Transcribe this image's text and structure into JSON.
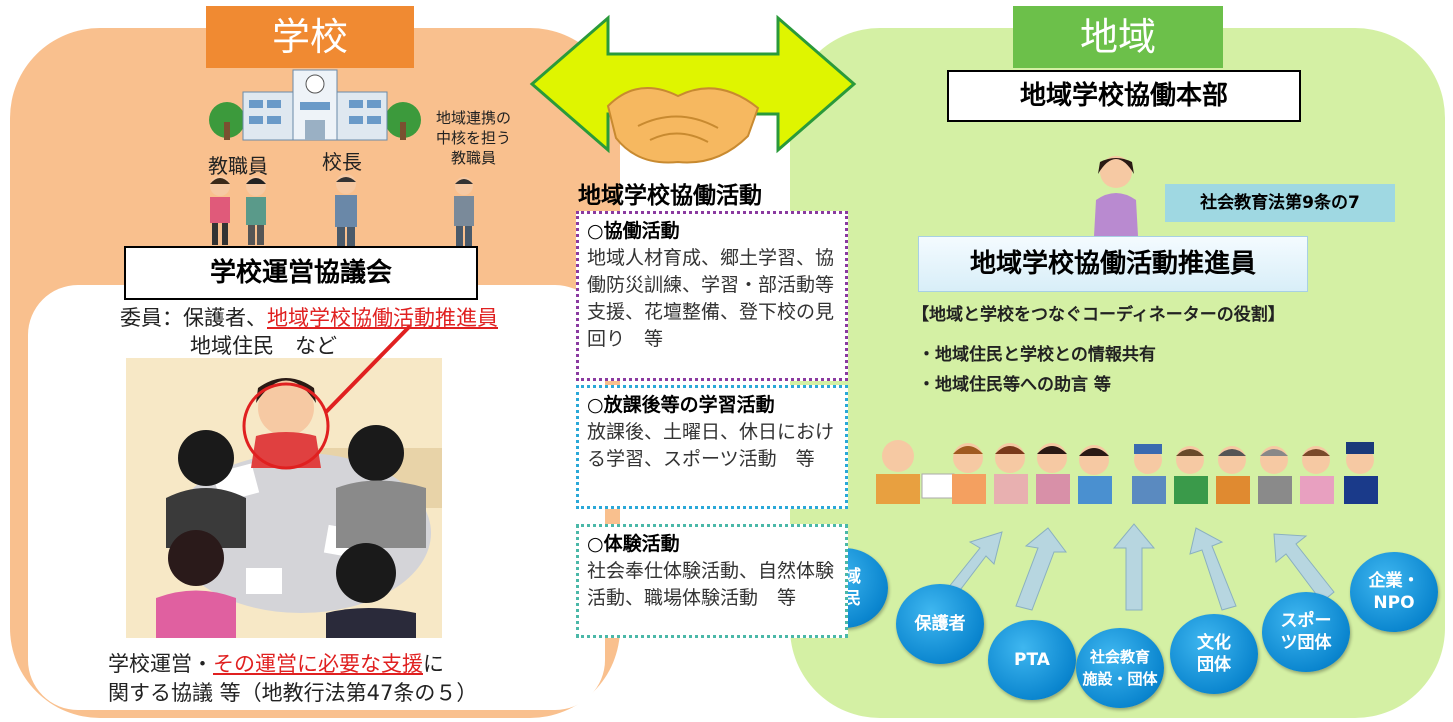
{
  "school": {
    "tab": "学校",
    "staff_label": "教職員",
    "principal_label": "校長",
    "core_staff_label": "地域連携の\n中核を担う\n教職員",
    "council_title": "学校運営協議会",
    "members_prefix": "委員：保護者、",
    "members_highlight": "地域学校協働活動推進員",
    "members_line2": "地域住民　など",
    "bottom_prefix": "学校運営・",
    "bottom_highlight": "その運営に必要な支援",
    "bottom_suffix": "に",
    "bottom_line2": "関する協議 等（地教行法第47条の５）"
  },
  "center": {
    "title": "地域学校協働活動",
    "boxes": [
      {
        "heading": "○協働活動",
        "body": "地域人材育成、郷土学習、協働防災訓練、学習・部活動等支援、花壇整備、登下校の見回り　等",
        "color": "#8a3aa0"
      },
      {
        "heading": "○放課後等の学習活動",
        "body": "放課後、土曜日、休日における学習、スポーツ活動　等",
        "color": "#2aa8d8"
      },
      {
        "heading": "○体験活動",
        "body": "社会奉仕体験活動、自然体験活動、職場体験活動　等",
        "color": "#4ab8a8"
      }
    ]
  },
  "region": {
    "tab": "地域",
    "headquarters": "地域学校協働本部",
    "law_badge": "社会教育法第9条の7",
    "promoter_title": "地域学校協働活動推進員",
    "role_heading": "【地域と学校をつなぐコーディネーターの役割】",
    "roles": [
      "・地域住民と学校との情報共有",
      "・地域住民等への助言 等"
    ],
    "bubbles": [
      "地域\n住民",
      "保護者",
      "PTA",
      "社会教育\n施設・団体",
      "文化\n団体",
      "スポー\nツ団体",
      "企業・\nNPO"
    ]
  },
  "colors": {
    "school_panel": "#f9c08e",
    "school_tab": "#f08a32",
    "region_panel": "#d4f0a4",
    "region_tab": "#6cc04a",
    "arrow": "#dff500",
    "bubble": "#0b86cf",
    "highlight": "#e02020"
  }
}
